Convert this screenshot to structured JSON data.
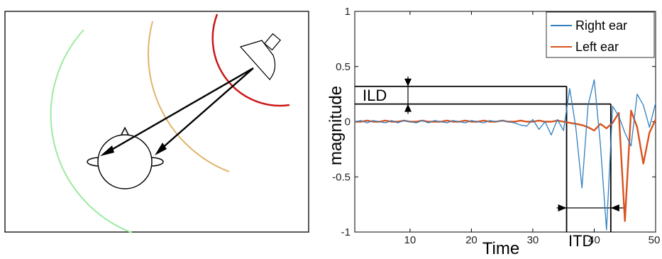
{
  "scene": {
    "wave_colors": [
      "#9bea9f",
      "#e0b468",
      "#cc1818"
    ],
    "objects": [
      "loudspeaker-icon",
      "head-icon"
    ]
  },
  "chart_data": {
    "type": "line",
    "xlabel": "Time",
    "ylabel": "magnitude",
    "xlim": [
      1,
      50
    ],
    "ylim": [
      -1,
      1
    ],
    "x_ticks": [
      10,
      20,
      30,
      40,
      50
    ],
    "y_ticks": [
      "1",
      "0.5",
      "0",
      "-0.5",
      "-1"
    ],
    "legend": {
      "position": "top-right"
    },
    "series": [
      {
        "name": "Right ear",
        "color": "#2f7fc0",
        "x": [
          1,
          2,
          3,
          4,
          5,
          6,
          7,
          8,
          9,
          10,
          11,
          12,
          13,
          14,
          15,
          16,
          17,
          18,
          19,
          20,
          21,
          22,
          23,
          24,
          25,
          26,
          27,
          28,
          29,
          30,
          31,
          32,
          33,
          34,
          35,
          36,
          37,
          38,
          39,
          40,
          41,
          42,
          43,
          44,
          45,
          46,
          47,
          48,
          49,
          50
        ],
        "values": [
          0,
          0.01,
          -0.01,
          0.01,
          0,
          -0.01,
          0.01,
          -0.01,
          0.01,
          0,
          -0.01,
          0.01,
          -0.01,
          0.01,
          0,
          -0.01,
          0.01,
          0,
          -0.01,
          0.01,
          0,
          -0.01,
          0.01,
          0,
          0.01,
          0,
          -0.01,
          -0.03,
          -0.04,
          0.02,
          -0.07,
          0,
          -0.12,
          0.02,
          -0.08,
          0.3,
          -0.05,
          -0.6,
          0.15,
          0.38,
          -0.2,
          -0.98,
          0.14,
          0.05,
          -0.1,
          -0.22,
          0.25,
          0.15,
          -0.05,
          0.17
        ]
      },
      {
        "name": "Left ear",
        "color": "#d9531e",
        "x": [
          1,
          2,
          3,
          4,
          5,
          6,
          7,
          8,
          9,
          10,
          11,
          12,
          13,
          14,
          15,
          16,
          17,
          18,
          19,
          20,
          21,
          22,
          23,
          24,
          25,
          26,
          27,
          28,
          29,
          30,
          31,
          32,
          33,
          34,
          35,
          36,
          37,
          38,
          39,
          40,
          41,
          42,
          43,
          44,
          45,
          46,
          47,
          48,
          49,
          50
        ],
        "values": [
          0,
          0,
          0.01,
          0,
          0,
          0.01,
          0,
          0,
          0.01,
          0,
          0,
          0.01,
          0,
          0,
          0,
          0.01,
          0,
          0,
          0.01,
          0,
          0,
          0.01,
          0,
          0,
          0.01,
          0,
          0,
          0.01,
          0,
          0,
          0.01,
          0,
          0,
          0.01,
          0,
          -0.01,
          -0.02,
          -0.03,
          -0.05,
          -0.08,
          -0.02,
          -0.06,
          -0.01,
          0.08,
          -0.9,
          0.1,
          -0.05,
          -0.38,
          -0.1,
          0.02
        ]
      }
    ],
    "annotations": {
      "ild_label": "ILD",
      "itd_label": "ITD",
      "ild_levels": [
        0.32,
        0.16
      ],
      "itd_range": [
        35.5,
        42.7
      ]
    }
  }
}
